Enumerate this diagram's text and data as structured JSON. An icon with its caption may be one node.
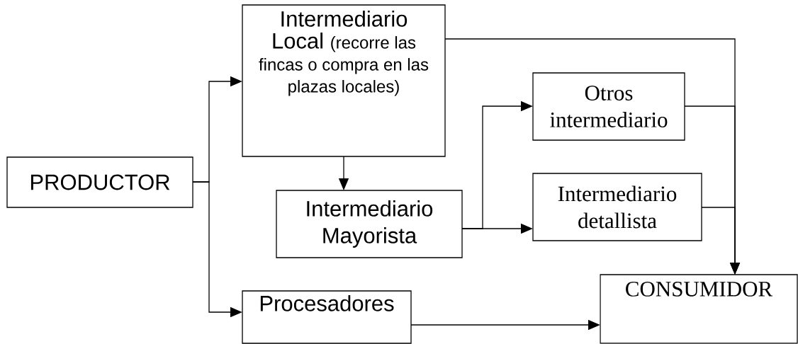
{
  "diagram": {
    "nodes": [
      {
        "text": [
          "PRODUCTOR"
        ]
      },
      {
        "text": [
          "Intermediario Local",
          "(recorre las fincas o compra en las plazas locales)"
        ]
      },
      {
        "text": [
          "Intermediario Mayorista"
        ]
      },
      {
        "text": [
          "Otros intermediario"
        ]
      },
      {
        "text": [
          "Intermediario detallista"
        ]
      },
      {
        "text": [
          "Procesadores"
        ]
      },
      {
        "text": [
          "CONSUMIDOR"
        ]
      }
    ],
    "edges": [
      {
        "from": 0,
        "to": 1,
        "arrow": "to"
      },
      {
        "from": 0,
        "to": 5,
        "arrow": "to"
      },
      {
        "from": 1,
        "to": 2,
        "arrow": "to"
      },
      {
        "from": 2,
        "to": 3,
        "arrow": "to"
      },
      {
        "from": 2,
        "to": 4,
        "arrow": "to"
      },
      {
        "from": 1,
        "to": 6,
        "arrow": "to"
      },
      {
        "from": 3,
        "to": 6,
        "arrow": "to"
      },
      {
        "from": 4,
        "to": 6,
        "arrow": "to"
      },
      {
        "from": 5,
        "to": 6,
        "arrow": "to"
      }
    ]
  }
}
